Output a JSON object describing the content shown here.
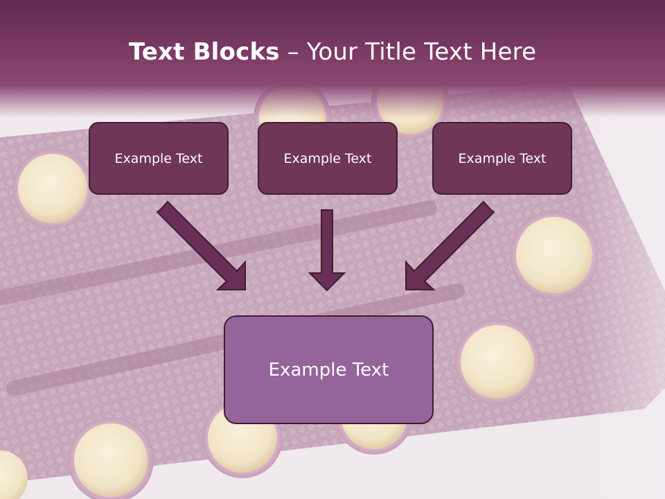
{
  "title": {
    "bold": "Text Blocks",
    "rest": " – Your Title Text Here"
  },
  "blocks": [
    {
      "label": "Example Text"
    },
    {
      "label": "Example Text"
    },
    {
      "label": "Example Text"
    }
  ],
  "target": {
    "label": "Example Text"
  },
  "colors": {
    "header_dark": "#5f2c4f",
    "header_light": "#8b4a72",
    "block_fill": "#6f3658",
    "target_fill": "#95649a",
    "arrow_fill": "#6a2f55",
    "outline": "#3e1d34"
  }
}
